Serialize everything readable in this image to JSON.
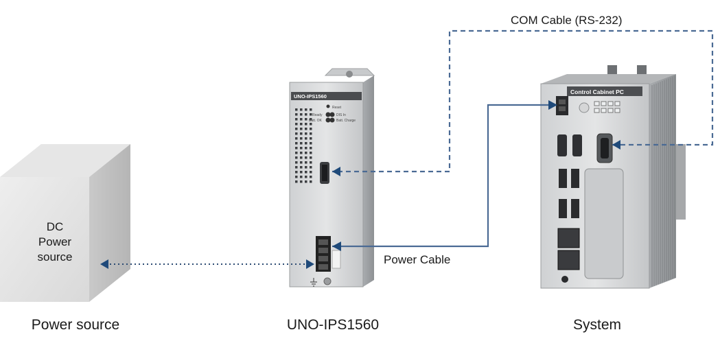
{
  "devices": {
    "power_source": {
      "caption": "Power source",
      "box_lines": [
        "DC",
        "Power",
        "source"
      ]
    },
    "ups": {
      "caption": "UNO-IPS1560",
      "panel_model": "UNO-IPS1560",
      "led_labels": [
        "Reset",
        "Ready",
        "Batt. OK",
        "DIS In",
        "Batt. Charge"
      ]
    },
    "system": {
      "caption": "System",
      "panel_title": "Control Cabinet PC"
    }
  },
  "connections": {
    "com_cable": {
      "label": "COM Cable (RS-232)",
      "style": "dashed"
    },
    "power_cable": {
      "label": "Power Cable",
      "style": "solid"
    },
    "dc_link": {
      "label": "",
      "style": "dotted"
    }
  },
  "colors": {
    "cable": "#4a6a94",
    "arrow": "#1f4a7a"
  }
}
